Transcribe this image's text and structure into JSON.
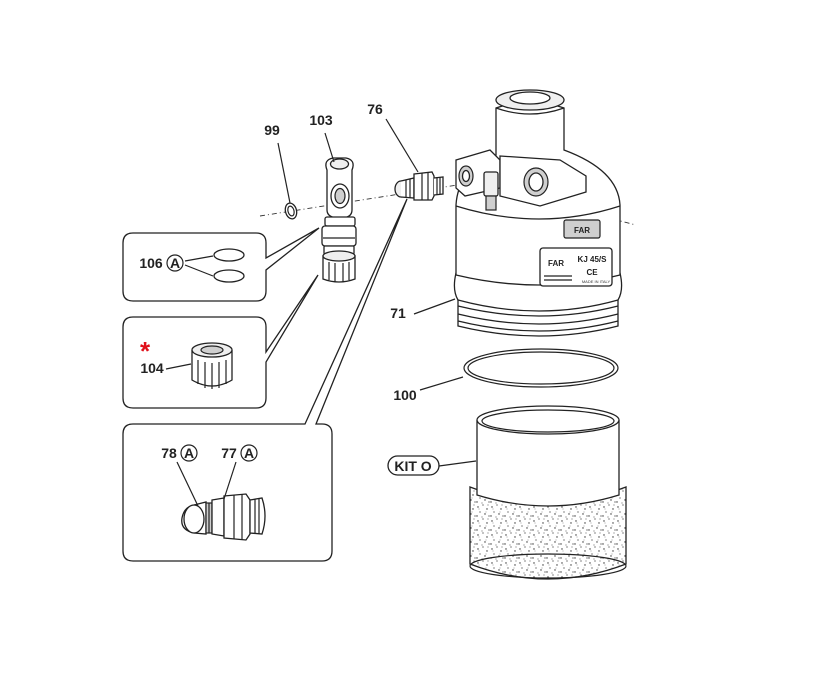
{
  "labels": {
    "p99": "99",
    "p103": "103",
    "p76": "76",
    "p71": "71",
    "p100": "100",
    "p106": "106",
    "p104": "104",
    "p78": "78",
    "p77": "77",
    "kit": "KIT O",
    "circle_letter": "A",
    "asterisk": "*"
  },
  "housing_text": {
    "brand": "FAR",
    "model": "KJ 45/S",
    "ce": "CE",
    "made_in": "MADE IN ITALY"
  },
  "colors": {
    "asterisk": "#e0101a",
    "line": "#222222"
  }
}
